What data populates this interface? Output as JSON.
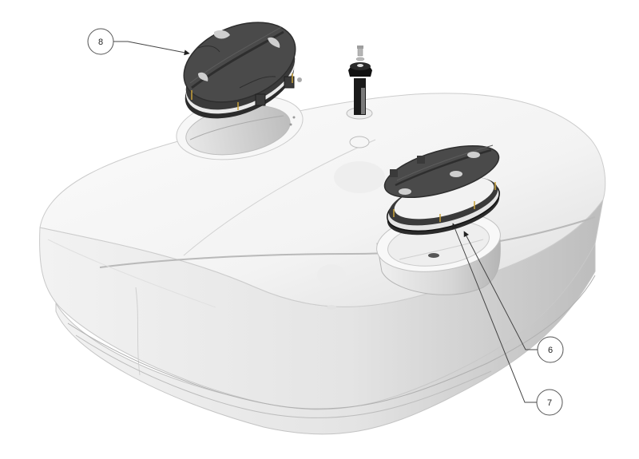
{
  "diagram": {
    "type": "exploded-assembly-view",
    "subject": "tank body with hatch lids",
    "colors": {
      "background": "#ffffff",
      "tank_body": "#f4f4f4",
      "tank_edge": "#c8c8c8",
      "tank_shadow": "#b8b8b8",
      "lid": "#4a4a4a",
      "lid_dark": "#2e2e2e",
      "lid_highlight": "#cfcfcf",
      "screw": "#c9a23a",
      "callout_line": "#444444"
    },
    "callouts": [
      {
        "number": "8",
        "target": "large hatch lid assembly (rear)"
      },
      {
        "number": "6",
        "target": "gasket ring of front hatch"
      },
      {
        "number": "7",
        "target": "clamp ring of front hatch"
      }
    ],
    "components": [
      {
        "name": "tank-body"
      },
      {
        "name": "rear-hatch-lid"
      },
      {
        "name": "front-hatch-lid"
      },
      {
        "name": "filler-cap-with-vent"
      },
      {
        "name": "rear-hatch-opening"
      },
      {
        "name": "front-hatch-collar"
      }
    ]
  }
}
